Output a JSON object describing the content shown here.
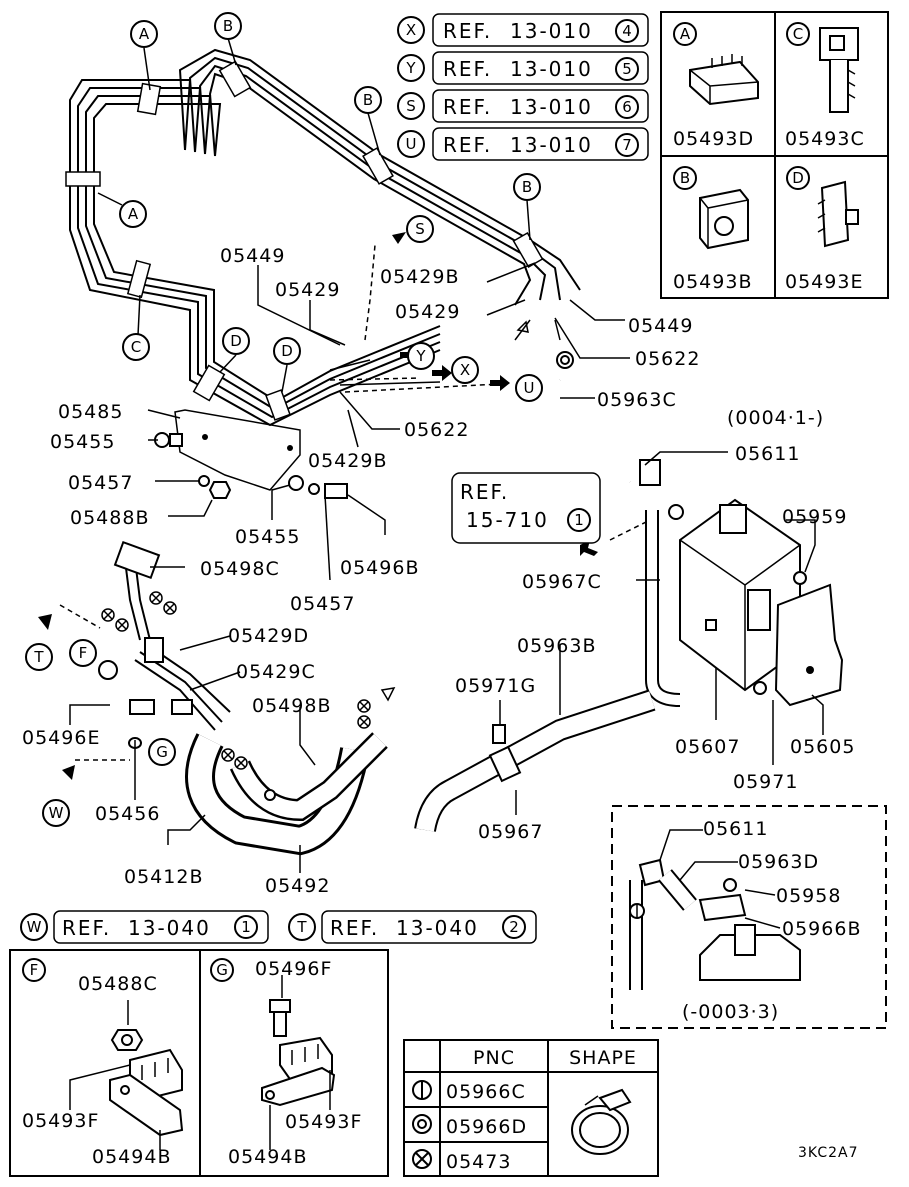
{
  "ref_boxes_top": [
    {
      "key": "X",
      "ref": "REF.",
      "code": "13-010",
      "num": "4"
    },
    {
      "key": "Y",
      "ref": "REF.",
      "code": "13-010",
      "num": "5"
    },
    {
      "key": "S",
      "ref": "REF.",
      "code": "13-010",
      "num": "6"
    },
    {
      "key": "U",
      "ref": "REF.",
      "code": "13-010",
      "num": "7"
    }
  ],
  "ref_boxes_bottom": [
    {
      "key": "W",
      "ref": "REF.",
      "code": "13-040",
      "num": "1"
    },
    {
      "key": "T",
      "ref": "REF.",
      "code": "13-040",
      "num": "2"
    }
  ],
  "ref_box_mid": {
    "line1": "REF.",
    "line2": "15-710",
    "num": "1"
  },
  "clip_panel": [
    {
      "key": "A",
      "part": "05493D"
    },
    {
      "key": "C",
      "part": "05493C"
    },
    {
      "key": "B",
      "part": "05493B"
    },
    {
      "key": "D",
      "part": "05493E"
    }
  ],
  "detail_f": {
    "key": "F",
    "parts": [
      "05488C",
      "05493F",
      "05494B"
    ]
  },
  "detail_g": {
    "key": "G",
    "parts": [
      "05496F",
      "05493F",
      "05494B"
    ]
  },
  "detail_box": {
    "date": "(-0003·3)",
    "parts": [
      "05611",
      "05963D",
      "05958",
      "05966B"
    ]
  },
  "date_top": "(0004·1-)",
  "markers": {
    "A": "A",
    "B": "B",
    "C": "C",
    "D": "D",
    "F": "F",
    "G": "G",
    "S": "S",
    "T": "T",
    "U": "U",
    "W": "W",
    "X": "X",
    "Y": "Y"
  },
  "part_labels": {
    "p05449a": "05449",
    "p05429a": "05429",
    "p05429b": "05429B",
    "p05429c": "05429",
    "p05449b": "05449",
    "p05622a": "05622",
    "p05963c": "05963C",
    "p05622b": "05622",
    "p05429b2": "05429B",
    "p05485": "05485",
    "p05455a": "05455",
    "p05457a": "05457",
    "p05488b": "05488B",
    "p05455b": "05455",
    "p05496b": "05496B",
    "p05457b": "05457",
    "p05611": "05611",
    "p05959": "05959",
    "p05967c": "05967C",
    "p05963b": "05963B",
    "p05971g": "05971G",
    "p05607": "05607",
    "p05605": "05605",
    "p05971": "05971",
    "p05967": "05967",
    "p05498c": "05498C",
    "p05429d": "05429D",
    "p05429c2": "05429C",
    "p05498b": "05498B",
    "p05496e": "05496E",
    "p05456": "05456",
    "p05412b": "05412B",
    "p05492": "05492"
  },
  "pnc_table": {
    "headers": [
      "PNC",
      "SHAPE"
    ],
    "rows": [
      {
        "symbol": "circle-bar-icon",
        "pnc": "05966C"
      },
      {
        "symbol": "double-circle-icon",
        "pnc": "05966D"
      },
      {
        "symbol": "circle-cross-icon",
        "pnc": "05473"
      }
    ]
  },
  "diagram_code": "3KC2A7"
}
